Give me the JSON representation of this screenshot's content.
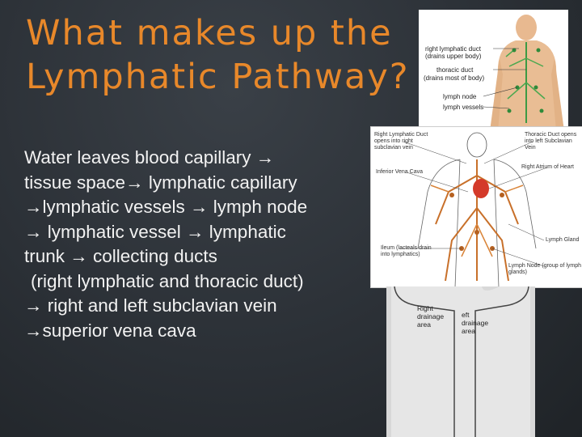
{
  "slide": {
    "title_lines": [
      "What makes up the",
      "Lymphatic Pathway?"
    ],
    "body_lines": [
      "Water leaves  blood capillary →",
      "tissue space→ lymphatic capillary",
      "→lymphatic vessels → lymph node",
      "→ lymphatic vessel → lymphatic",
      "trunk → collecting ducts",
      " (right lymphatic and thoracic duct)",
      "→ right and left subclavian vein",
      "→superior vena cava"
    ]
  },
  "figure_top": {
    "labels": {
      "right_duct": "right lymphatic duct",
      "right_duct_sub": "(drains upper body)",
      "thoracic": "thoracic duct",
      "thoracic_sub": "(drains most of body)",
      "node": "lymph node",
      "vessels": "lymph vessels"
    }
  },
  "figure_mid": {
    "labels": {
      "right_duct_opens": "Right Lymphatic Duct opens into right subclavian vein",
      "thoracic_opens": "Thoracic Duct opens into left Subclavian Vein",
      "vena_cava": "Inferior Vena Cava",
      "atrium": "Right Atrium of Heart",
      "gland": "Lymph Gland",
      "ileum": "Ileum (lacteals drain into lymphatics)",
      "node": "Lymph Node (group of lymph glands)"
    }
  },
  "figure_bot": {
    "labels": {
      "right_area": "Right drainage area",
      "left_area": "eft drainage area"
    }
  },
  "colors": {
    "title": "#e8882a",
    "text": "#f2f2f2",
    "background": "#2b3036"
  }
}
